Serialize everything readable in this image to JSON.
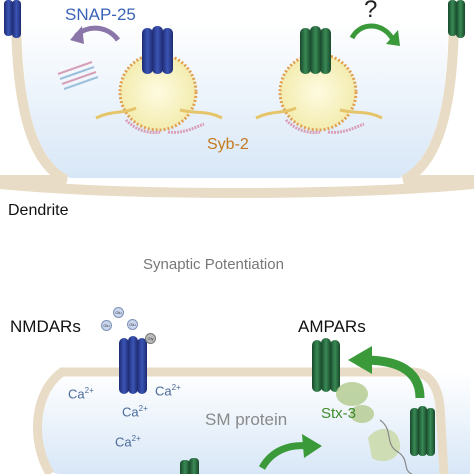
{
  "labels": {
    "snap25": "SNAP-25",
    "question": "?",
    "syb2": "Syb-2",
    "dendrite": "Dendrite",
    "title": "Synaptic Potentiation",
    "nmdars": "NMDARs",
    "ampars": "AMPARs",
    "sm_protein": "SM protein",
    "stx3": "Stx-3",
    "ca_base": "Ca",
    "ca_charge": "2+",
    "glu": "Glu",
    "gly": "Gly"
  },
  "colors": {
    "nmdar_blue": "#2b3f93",
    "ampar_green": "#2a6b3f",
    "membrane": "#efe3d2",
    "cytoplasm": "#dce9f8",
    "vesicle_core": "#fbf5c8",
    "arrow_green": "#3a9a3a",
    "arrow_purple": "#8a76a8",
    "snap_text": "#3a63b8",
    "syb_text": "#c57a1c"
  }
}
